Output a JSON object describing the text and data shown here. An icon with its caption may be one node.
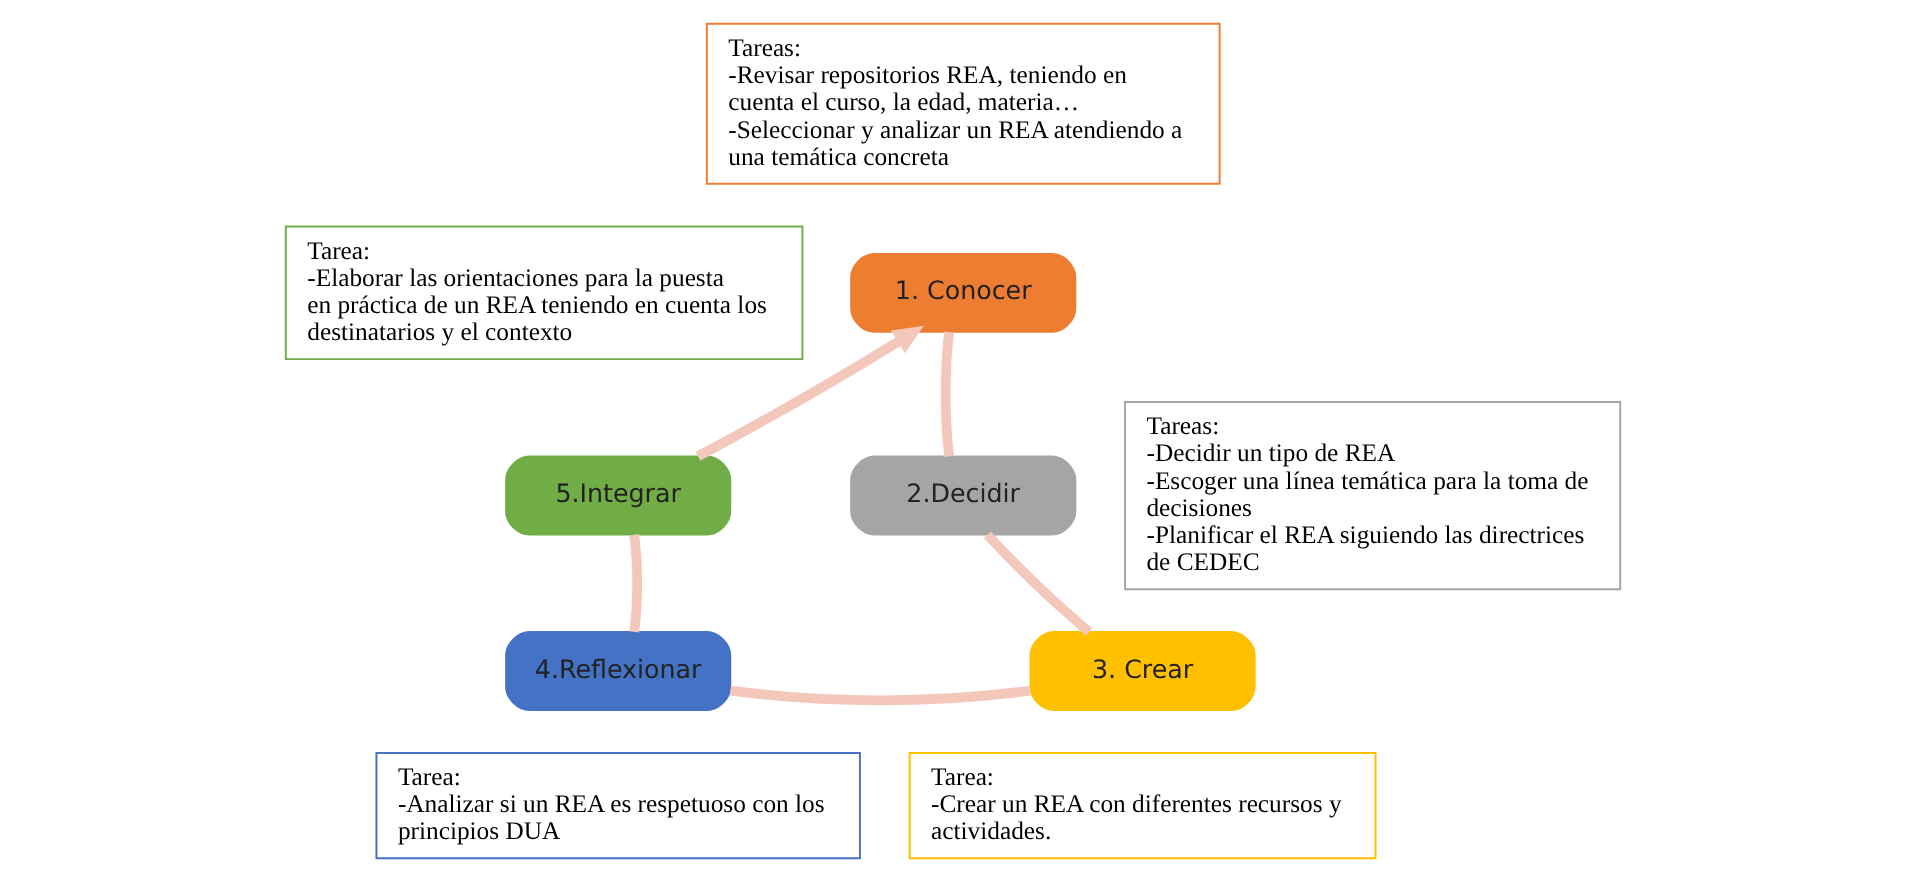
{
  "diagram": {
    "nodes": [
      {
        "text": [
          "1. Conocer"
        ]
      },
      {
        "text": [
          "2.Decidir"
        ]
      },
      {
        "text": [
          "3. Crear"
        ]
      },
      {
        "text": [
          "4.Reflexionar"
        ]
      },
      {
        "text": [
          "5.Integrar"
        ]
      },
      {
        "text": [
          "Tareas:",
          "-Revisar repositorios REA, teniendo en cuenta el curso, la edad, materia…",
          "-Seleccionar y analizar un REA atendiendo a una temática concreta"
        ]
      },
      {
        "text": [
          "Tareas:",
          "-Decidir un tipo de REA",
          "-Escoger una línea temática para la toma de decisiones",
          "-Planificar el REA siguiendo las directrices de CEDEC"
        ]
      },
      {
        "text": [
          "Tarea:",
          "-Crear un REA con diferentes recursos y actividades."
        ]
      },
      {
        "text": [
          "Tarea:",
          "-Analizar si un REA es respetuoso con los principios DUA"
        ]
      },
      {
        "text": [
          "Tarea:",
          "-Elaborar las orientaciones para la puesta en práctica de un REA teniendo en cuenta los destinatarios y el contexto"
        ]
      }
    ],
    "edges": [
      {
        "from": 0,
        "to": 1,
        "arrow": "none"
      },
      {
        "from": 1,
        "to": 2,
        "arrow": "none"
      },
      {
        "from": 2,
        "to": 3,
        "arrow": "none"
      },
      {
        "from": 3,
        "to": 4,
        "arrow": "none"
      },
      {
        "from": 4,
        "to": 0,
        "arrow": "to"
      }
    ]
  }
}
